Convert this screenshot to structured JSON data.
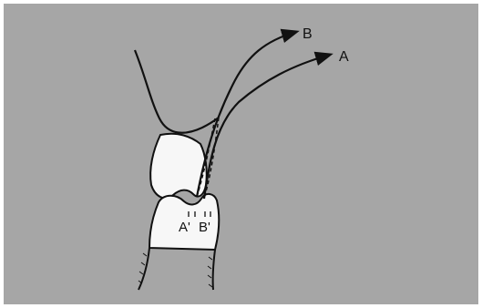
{
  "figure": {
    "background_color": "#a6a6a6",
    "frame_color": "#ffffff",
    "ink_color": "#111111",
    "tooth_fill": "#f7f7f7",
    "labels": {
      "arrow_a": "A",
      "arrow_b": "B",
      "contact_a": "A'",
      "contact_b": "B'"
    }
  }
}
